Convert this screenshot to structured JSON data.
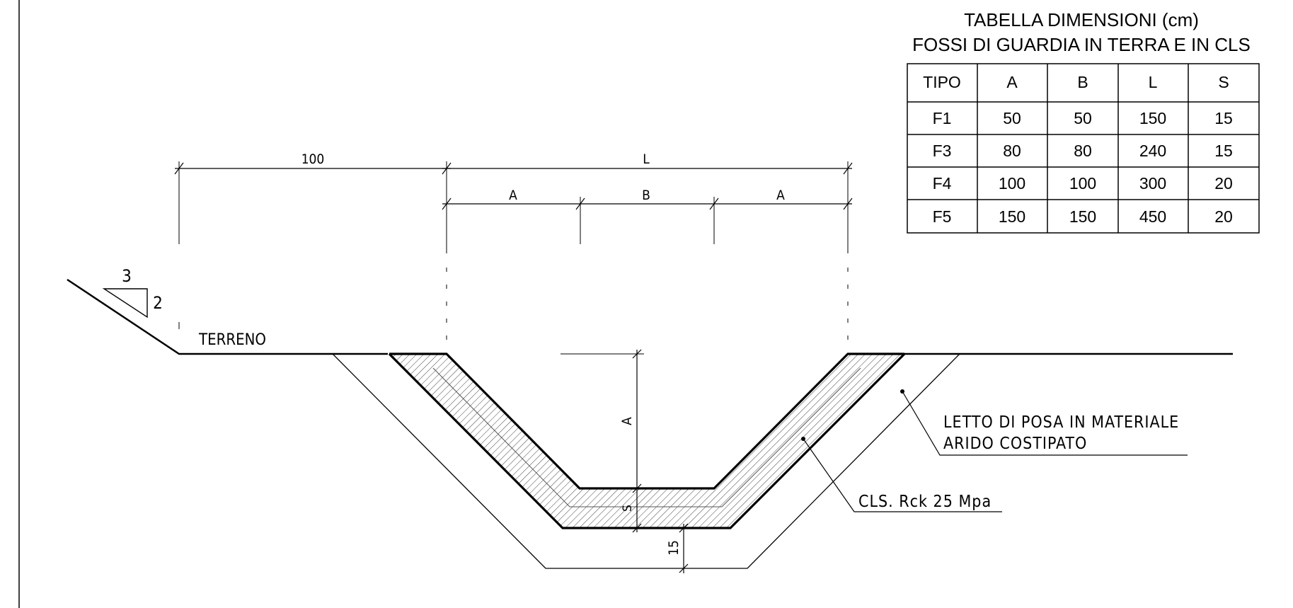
{
  "table": {
    "title_line1": "TABELLA DIMENSIONI (cm)",
    "title_line2": "FOSSI DI GUARDIA IN TERRA E IN CLS",
    "headers": [
      "TIPO",
      "A",
      "B",
      "L",
      "S"
    ],
    "rows": [
      [
        "F1",
        "50",
        "50",
        "150",
        "15"
      ],
      [
        "F3",
        "80",
        "80",
        "240",
        "15"
      ],
      [
        "F4",
        "100",
        "100",
        "300",
        "20"
      ],
      [
        "F5",
        "150",
        "150",
        "450",
        "20"
      ]
    ]
  },
  "dimensions": {
    "berm": "100",
    "total_width": "L",
    "left_side": "A",
    "bottom_width": "B",
    "right_side": "A",
    "depth": "A",
    "thickness": "S",
    "bedding_thickness": "15"
  },
  "slope": {
    "horizontal": "3",
    "vertical": "2"
  },
  "labels": {
    "ground": "TERRENO",
    "bedding_line1": "LETTO DI POSA IN MATERIALE",
    "bedding_line2": "ARIDO COSTIPATO",
    "concrete": "CLS. Rck 25 Mpa"
  }
}
